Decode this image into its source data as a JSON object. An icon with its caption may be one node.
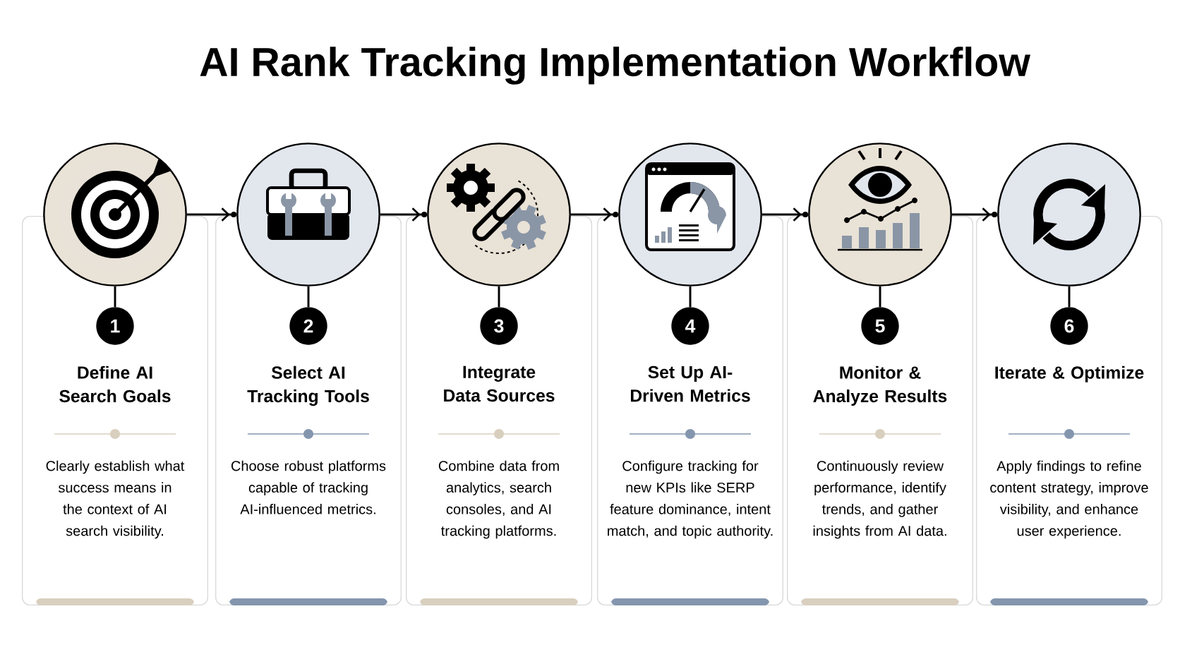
{
  "diagram": {
    "title": "AI Rank Tracking Implementation Workflow",
    "nodes": [
      {
        "text": [],
        "shape": "circle"
      },
      {
        "text": [
          "Define AI Search Goals",
          "Clearly establish what success means in the context of AI search visibility."
        ]
      },
      {
        "text": [
          "1"
        ],
        "in": 1
      },
      {
        "text": [],
        "shape": "circle"
      },
      {
        "text": [
          "Select AI Tracking Tools",
          "Choose robust platforms capable of tracking AI-influenced metrics."
        ]
      },
      {
        "text": [
          "2"
        ],
        "in": 4
      },
      {
        "text": [],
        "shape": "circle"
      },
      {
        "text": [
          "Integrate Data Sources",
          "Combine data from analytics, search consoles, and AI tracking platforms."
        ]
      },
      {
        "text": [
          "3"
        ],
        "in": 7
      },
      {
        "text": [],
        "shape": "circle"
      },
      {
        "text": [
          "Set Up AI-Driven Metrics",
          "Configure tracking for new KPIs like SERP feature dominance, intent match, and topic authority."
        ]
      },
      {
        "text": [
          "4"
        ],
        "in": 10
      },
      {
        "text": [],
        "shape": "circle"
      },
      {
        "text": [
          "Monitor & Analyze Results",
          "Continuously review performance, identify trends, and gather insights from AI data."
        ]
      },
      {
        "text": [
          "5"
        ],
        "in": 13
      },
      {
        "text": [],
        "shape": "circle"
      },
      {
        "text": [
          "Iterate & Optimize",
          "Apply findings to refine content strategy, improve visibility, and enhance user experience."
        ]
      },
      {
        "text": [
          "6"
        ],
        "in": 16
      }
    ],
    "edges": [
      {
        "from": 0,
        "to": 3,
        "arrow": "to"
      },
      {
        "from": 3,
        "to": 6,
        "arrow": "to"
      },
      {
        "from": 6,
        "to": 9,
        "arrow": "to"
      },
      {
        "from": 9,
        "to": 12,
        "arrow": "to"
      },
      {
        "from": 12,
        "to": 15,
        "arrow": "to"
      },
      {
        "from": 0,
        "to": 2,
        "arrow": "none"
      },
      {
        "from": 3,
        "to": 5,
        "arrow": "none"
      },
      {
        "from": 6,
        "to": 8,
        "arrow": "none"
      },
      {
        "from": 9,
        "to": 11,
        "arrow": "none"
      },
      {
        "from": 12,
        "to": 14,
        "arrow": "none"
      },
      {
        "from": 15,
        "to": 17,
        "arrow": "none"
      }
    ]
  }
}
